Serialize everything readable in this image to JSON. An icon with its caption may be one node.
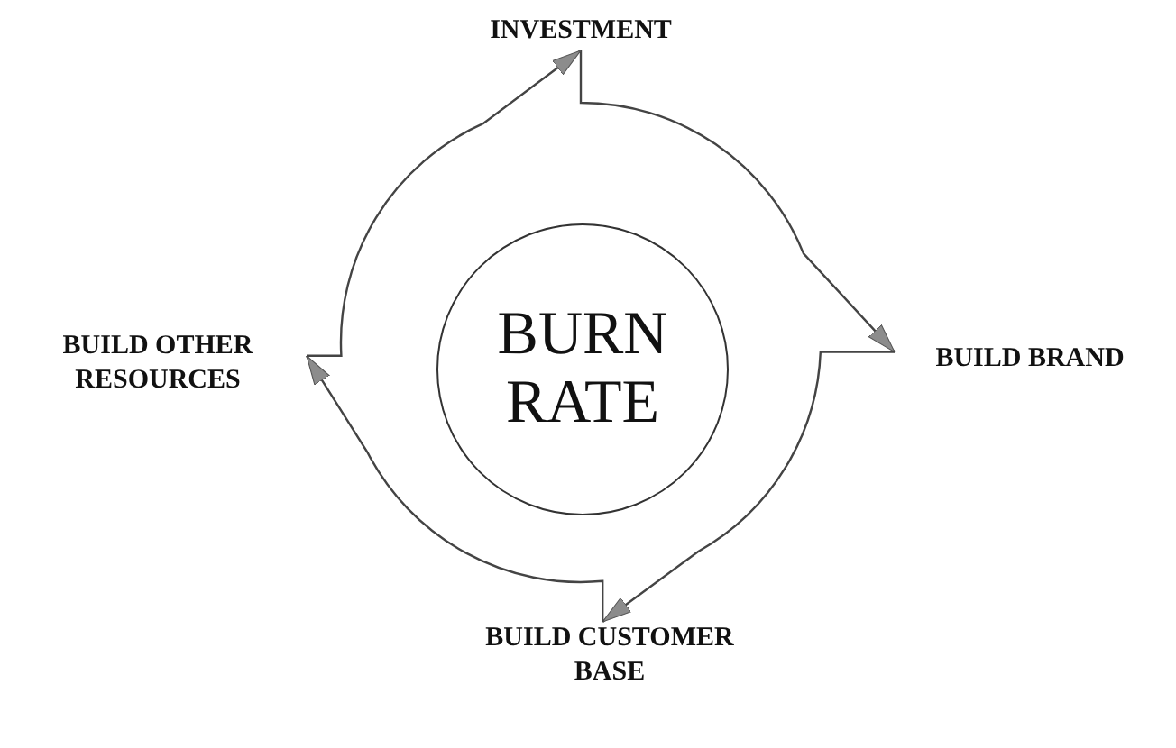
{
  "diagram": {
    "nodes": [
      {
        "text": [
          "INVESTMENT"
        ]
      },
      {
        "text": [
          "BUILD OTHER RESOURCES"
        ]
      },
      {
        "text": [
          "BURN RATE"
        ]
      },
      {
        "text": [
          "BUILD BRAND"
        ]
      },
      {
        "text": [
          "BUILD CUSTOMER BASE"
        ]
      }
    ],
    "edges": [
      {
        "from": 0,
        "to": 3,
        "arrow": "to"
      },
      {
        "from": 3,
        "to": 4,
        "arrow": "to"
      },
      {
        "from": 4,
        "to": 1,
        "arrow": "to"
      },
      {
        "from": 1,
        "to": 0,
        "arrow": "to"
      }
    ]
  }
}
